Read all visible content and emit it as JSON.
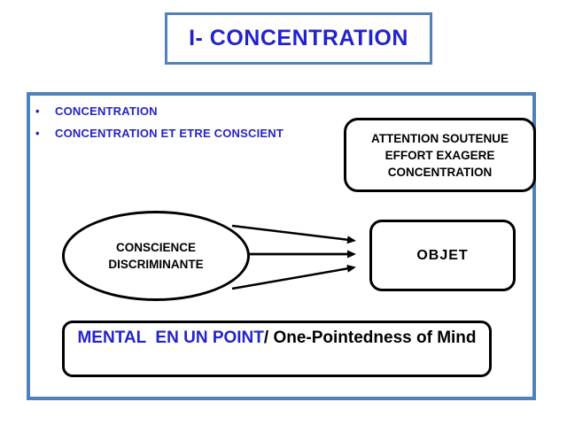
{
  "slide": {
    "title": "I- CONCENTRATION",
    "bullets": [
      "CONCENTRATION",
      "CONCENTRATION ET ETRE CONSCIENT"
    ],
    "bullet_glyph": "•",
    "attention_box": {
      "lines": [
        "ATTENTION SOUTENUE",
        "EFFORT EXAGERE",
        "CONCENTRATION"
      ]
    },
    "ellipse": {
      "lines": [
        "CONSCIENCE",
        "DISCRIMINANTE"
      ]
    },
    "object_box": {
      "label": "OBJET"
    },
    "bottom_box": {
      "french_blue": "MENTAL  EN UN POINT",
      "english_black": "/ One-Pointedness of Mind"
    },
    "colors": {
      "frame_blue": "#4F81BD",
      "text_blue": "#2323CC",
      "shape_border_black": "#000000",
      "background": "#FFFFFF"
    }
  }
}
